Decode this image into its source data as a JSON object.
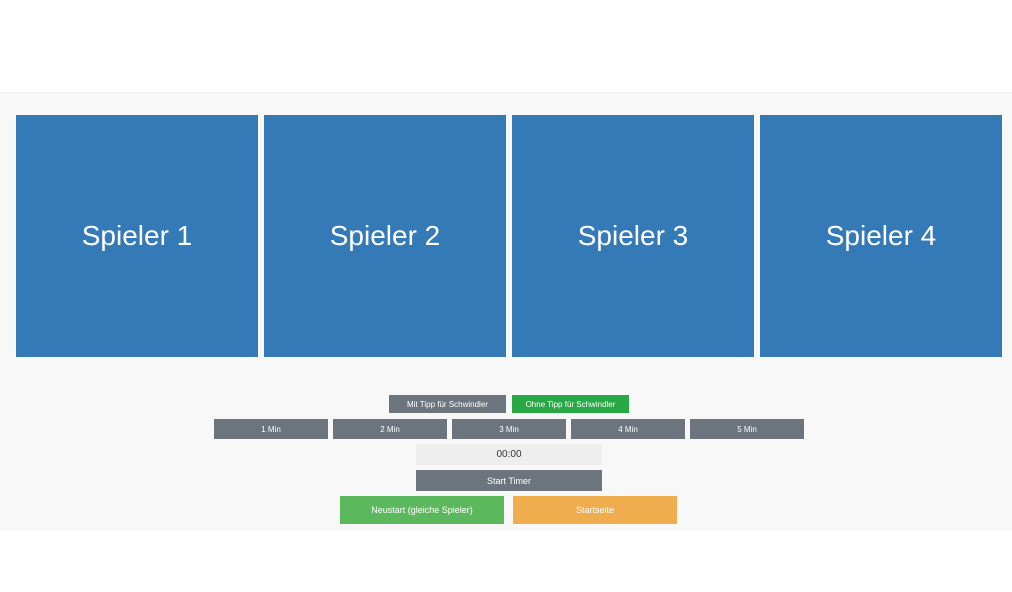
{
  "players": [
    {
      "label": "Spieler 1"
    },
    {
      "label": "Spieler 2"
    },
    {
      "label": "Spieler 3"
    },
    {
      "label": "Spieler 4"
    }
  ],
  "mode": {
    "with_hint": "Mit Tipp für Schwindler",
    "without_hint": "Ohne Tipp für Schwindler"
  },
  "durations": [
    "1 Min",
    "2 Min",
    "3 Min",
    "4 Min",
    "5 Min"
  ],
  "timer": {
    "display": "00:00",
    "start_label": "Start Timer"
  },
  "actions": {
    "restart_label": "Neustart (gleiche Spieler)",
    "home_label": "Startseite"
  },
  "colors": {
    "player_blue": "#337ab7",
    "gray": "#6c757d",
    "green_selected": "#28a745",
    "green": "#5cb85c",
    "orange": "#f0ad4e"
  }
}
